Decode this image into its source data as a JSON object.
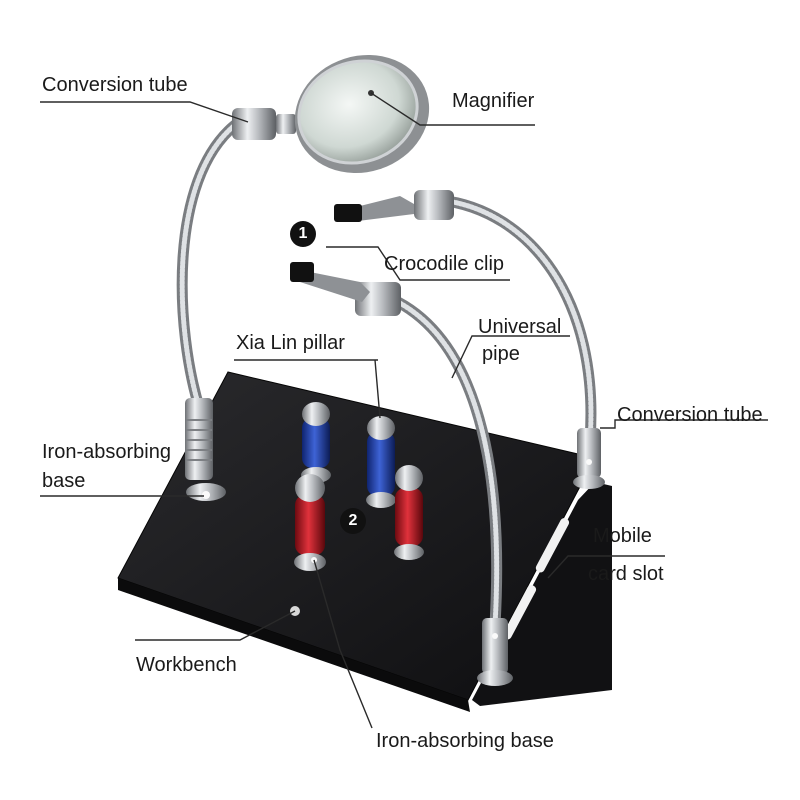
{
  "labels": {
    "conversion_tube_top": "Conversion tube",
    "magnifier": "Magnifier",
    "crocodile_clip": "Crocodile clip",
    "universal_pipe_line1": "Universal",
    "universal_pipe_line2": "pipe",
    "xia_lin_pillar": "Xia Lin pillar",
    "iron_absorbing_base_left_line1": "Iron-absorbing",
    "iron_absorbing_base_left_line2": "base",
    "conversion_tube_right": "Conversion tube",
    "mobile_card_slot_line1": "Mobile",
    "mobile_card_slot_line2": "card slot",
    "workbench": "Workbench",
    "iron_absorbing_base_bottom": "Iron-absorbing base"
  },
  "badges": {
    "one": "1",
    "two": "2"
  },
  "colors": {
    "board": "#1c1c1e",
    "metal": "#b9bcc0",
    "pillar_blue": "#1f3fa8",
    "pillar_red": "#b3121c",
    "leader_line": "#2a2a2a"
  }
}
